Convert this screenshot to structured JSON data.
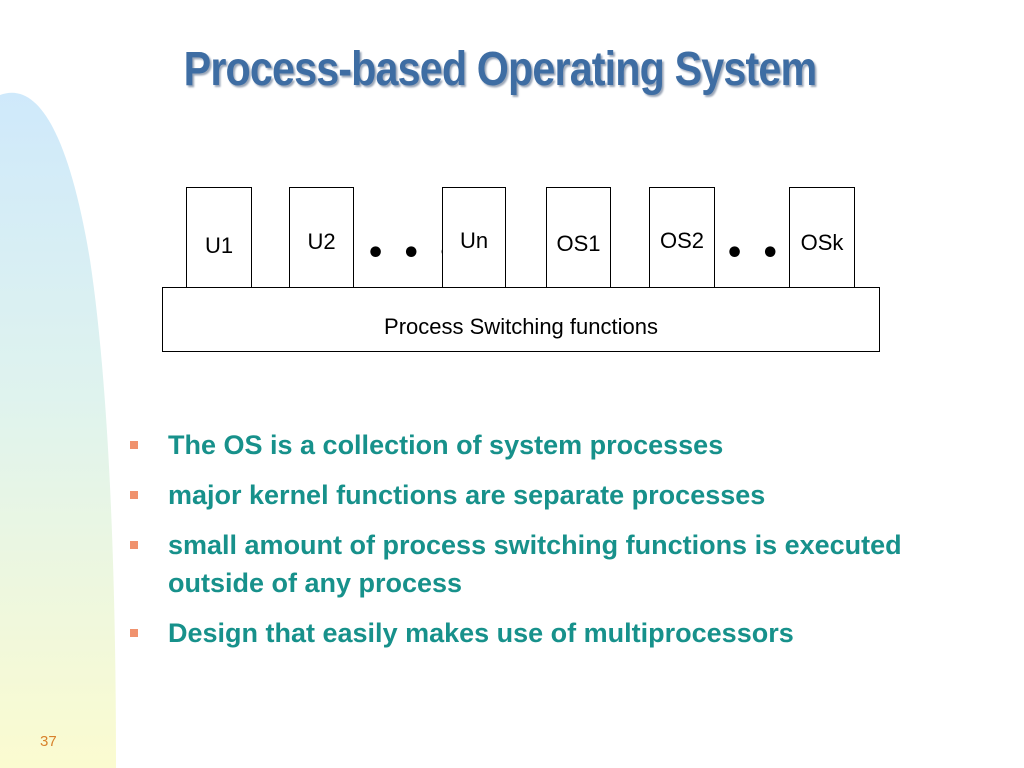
{
  "slide": {
    "title": "Process-based Operating System",
    "number": "37",
    "colors": {
      "title": "#3e6da3",
      "bullet_text": "#17918b",
      "bullet_mark": "#f0926e",
      "slide_number": "#d8822c"
    }
  },
  "diagram": {
    "processes": [
      "U1",
      "U2",
      "Un",
      "OS1",
      "OS2",
      "OSk"
    ],
    "ellipsis": "• • •",
    "base_label": "Process Switching functions"
  },
  "bullets": [
    "The OS is a collection of system processes",
    "major kernel functions are separate processes",
    "small amount of process switching functions is executed outside of any process",
    "Design that easily makes use of multiprocessors"
  ]
}
